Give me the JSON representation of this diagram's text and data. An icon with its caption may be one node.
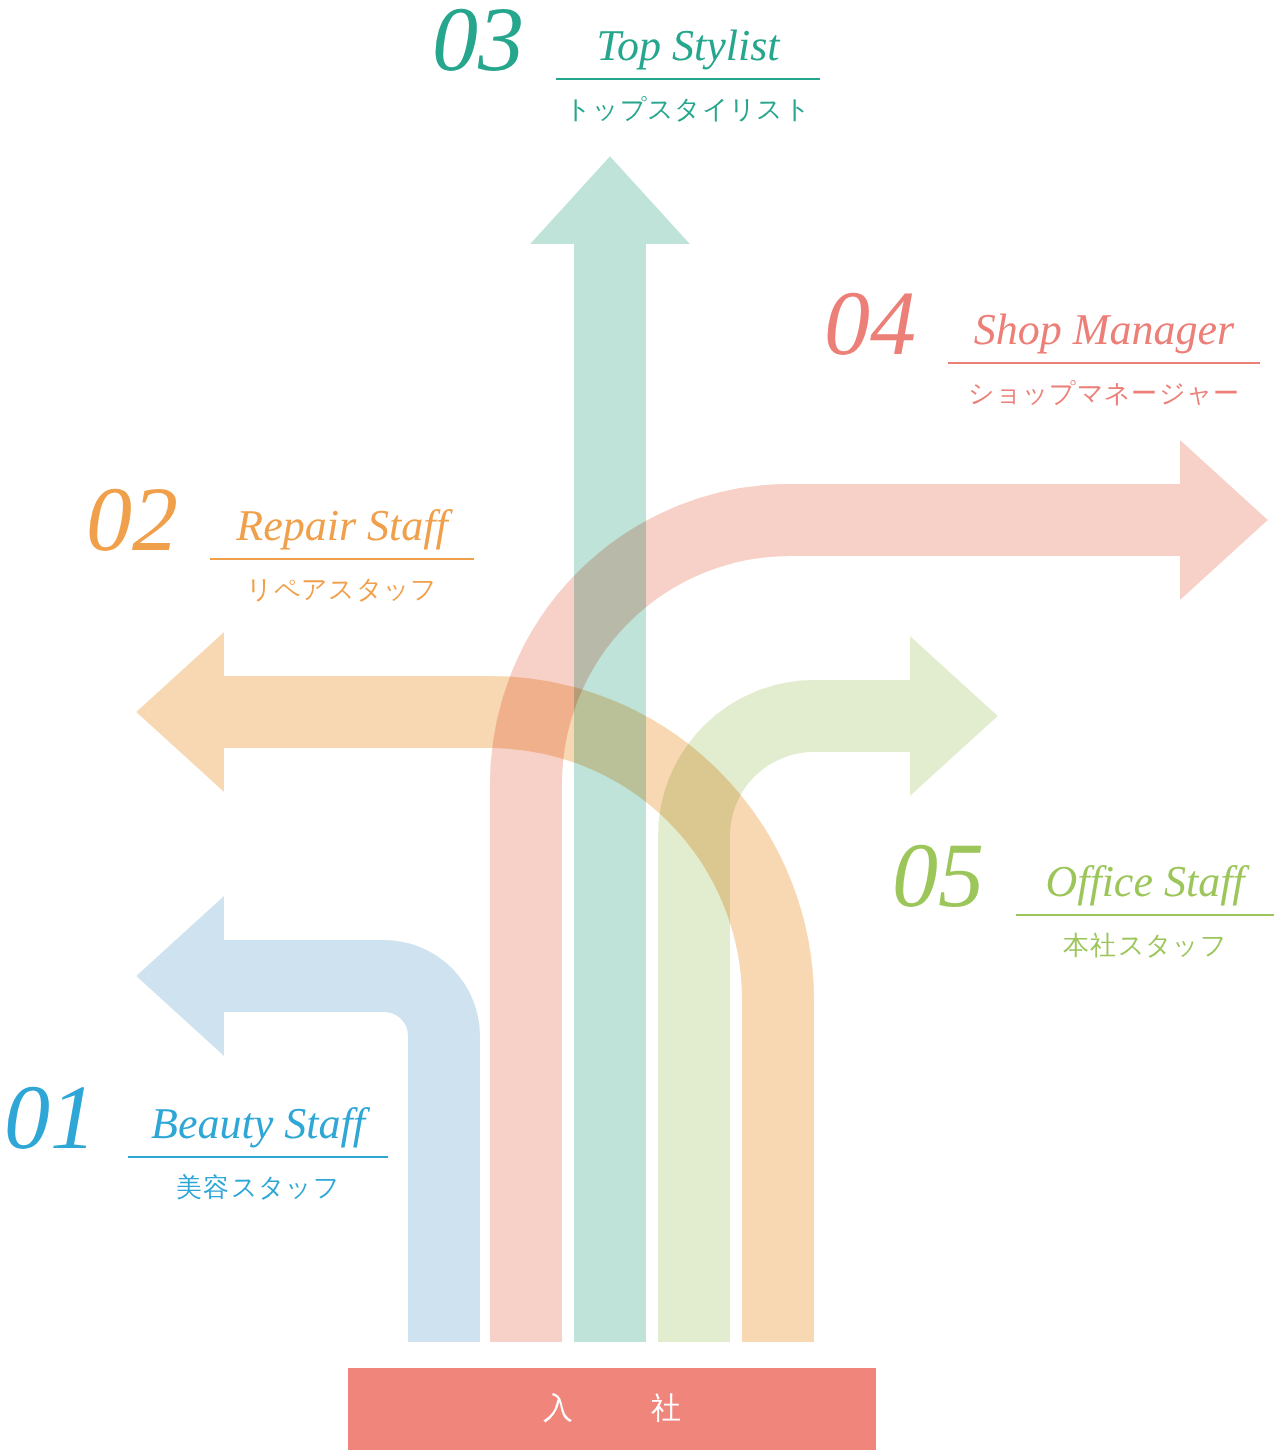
{
  "diagram": {
    "nodes": [
      {
        "text": [
          "01",
          "Beauty Staff",
          "美容スタッフ"
        ]
      },
      {
        "text": [
          "02",
          "Repair Staff",
          "リペアスタッフ"
        ]
      },
      {
        "text": [
          "03",
          "Top Stylist",
          "トップスタイリスト"
        ]
      },
      {
        "text": [
          "04",
          "Shop Manager",
          "ショップマネージャー"
        ]
      },
      {
        "text": [
          "05",
          "Office Staff",
          "本社スタッフ"
        ]
      },
      {
        "text": [
          "入　社"
        ]
      }
    ],
    "edges": [
      {
        "from": 5,
        "to": 0,
        "arrow": "to",
        "color": "#cfe2ef"
      },
      {
        "from": 5,
        "to": 1,
        "arrow": "to",
        "color": "#f8d8b3"
      },
      {
        "from": 5,
        "to": 2,
        "arrow": "to",
        "color": "#bfe3d9"
      },
      {
        "from": 5,
        "to": 3,
        "arrow": "to",
        "color": "#f7d0c7"
      },
      {
        "from": 5,
        "to": 4,
        "arrow": "to",
        "color": "#e2edcf"
      }
    ]
  }
}
